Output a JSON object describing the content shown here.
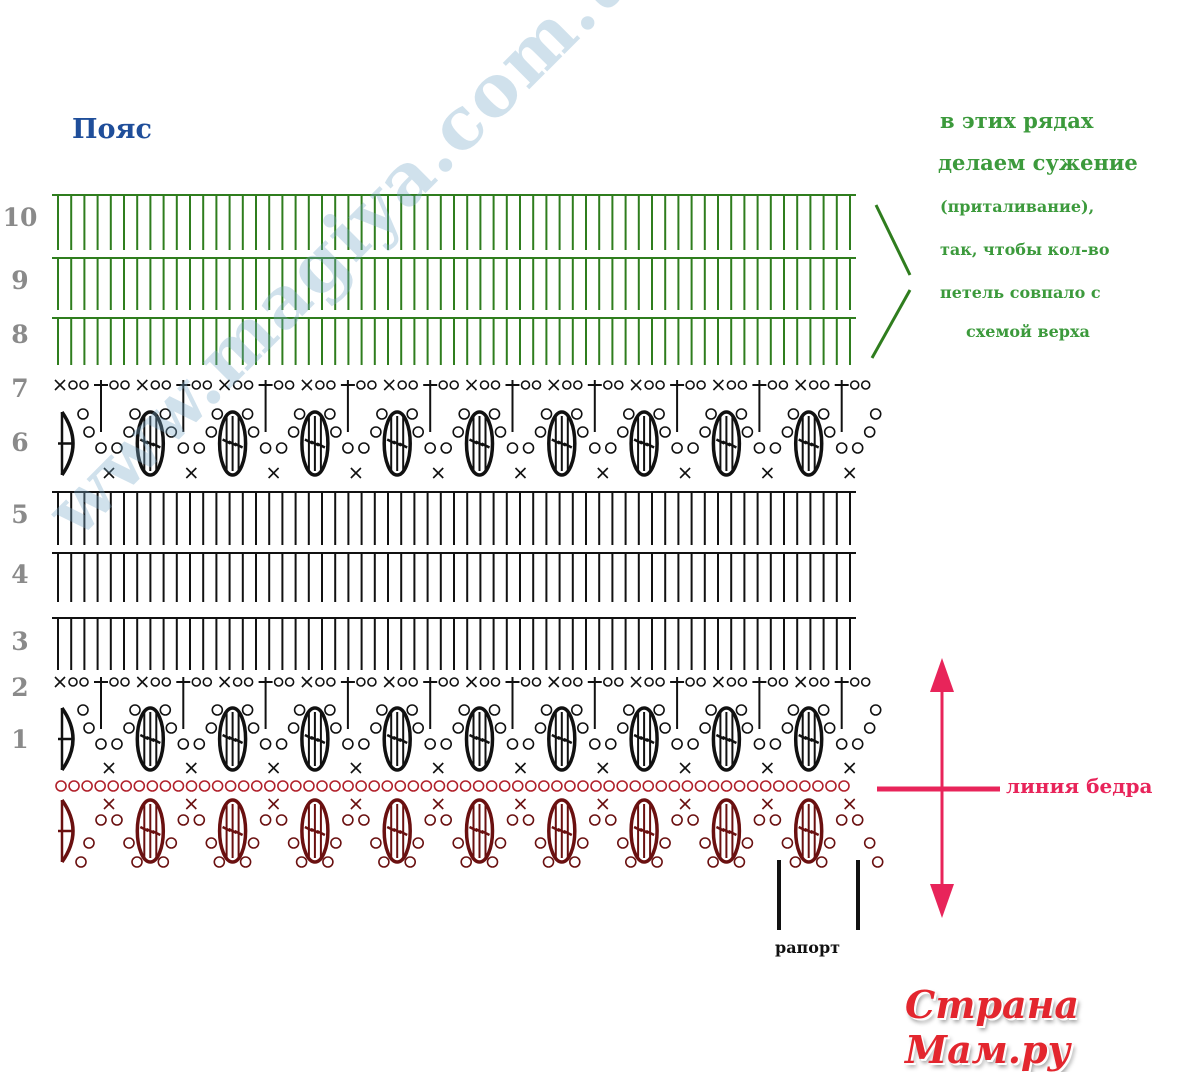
{
  "title": "Пояс",
  "row_labels": [
    "10",
    "9",
    "8",
    "7",
    "6",
    "5",
    "4",
    "3",
    "2",
    "1"
  ],
  "notes": [
    "в этих рядах",
    "делаем сужение",
    "(приталивание),",
    "так, чтобы кол-во",
    "петель совпало с",
    "схемой верха"
  ],
  "hip_line_label": "линия бедра",
  "rapport_label": "рапорт",
  "watermark": "www.magiya.com.ua",
  "logo": "Страна Мам.ру",
  "colors": {
    "title": "#1f4e9a",
    "green": "#2f7d1e",
    "black": "#111111",
    "red": "#b0202a",
    "pink": "#e8245a",
    "note": "#3c9a3c"
  },
  "repeats": 10
}
